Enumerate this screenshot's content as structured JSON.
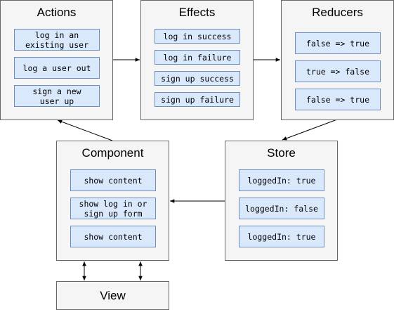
{
  "actions": {
    "title": "Actions",
    "items": [
      "log in an\nexisting user",
      "log a user out",
      "sign a new\nuser up"
    ]
  },
  "effects": {
    "title": "Effects",
    "items": [
      "log in success",
      "log in failure",
      "sign up success",
      "sign up failure"
    ]
  },
  "reducers": {
    "title": "Reducers",
    "items": [
      "false => true",
      "true => false",
      "false => true"
    ]
  },
  "component": {
    "title": "Component",
    "items": [
      "show content",
      "show log in or\nsign up form",
      "show content"
    ]
  },
  "store": {
    "title": "Store",
    "items": [
      "loggedIn: true",
      "loggedIn: false",
      "loggedIn: true"
    ]
  },
  "view": {
    "title": "View"
  },
  "colors": {
    "panel_fill": "#f5f5f5",
    "panel_border": "#666666",
    "chip_fill": "#dae8fc",
    "chip_border": "#6c8ebf",
    "edge": "#000000"
  }
}
